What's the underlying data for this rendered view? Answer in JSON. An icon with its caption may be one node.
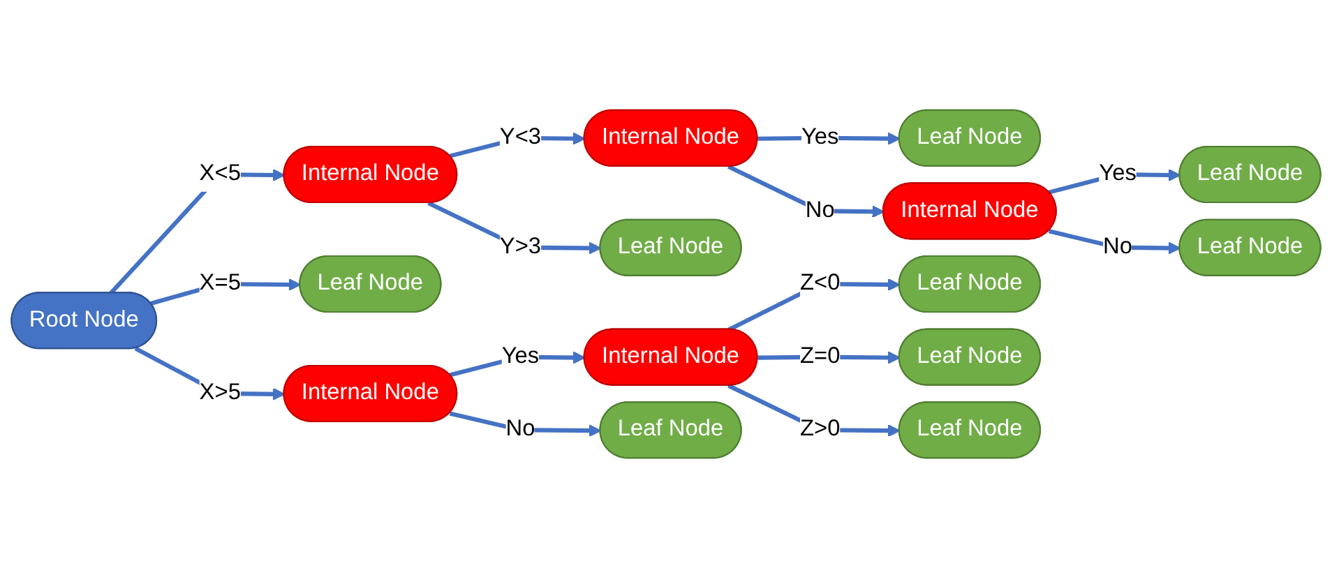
{
  "diagram": {
    "nodes": [
      {
        "text": [
          "Root Node"
        ]
      },
      {
        "text": [
          "Internal Node"
        ]
      },
      {
        "text": [
          "Leaf Node"
        ]
      },
      {
        "text": [
          "Internal Node"
        ]
      },
      {
        "text": [
          "Internal Node"
        ]
      },
      {
        "text": [
          "Leaf Node"
        ]
      },
      {
        "text": [
          "Internal Node"
        ]
      },
      {
        "text": [
          "Leaf Node"
        ]
      },
      {
        "text": [
          "Leaf Node"
        ]
      },
      {
        "text": [
          "Internal Node"
        ]
      },
      {
        "text": [
          "Leaf Node"
        ]
      },
      {
        "text": [
          "Leaf Node"
        ]
      },
      {
        "text": [
          "Leaf Node"
        ]
      },
      {
        "text": [
          "Leaf Node"
        ]
      },
      {
        "text": [
          "Leaf Node"
        ]
      }
    ],
    "edges": [
      {
        "from": 0,
        "to": 1,
        "arrow": "to",
        "label": "X<5"
      },
      {
        "from": 0,
        "to": 2,
        "arrow": "to",
        "label": "X=5"
      },
      {
        "from": 0,
        "to": 3,
        "arrow": "to",
        "label": "X>5"
      },
      {
        "from": 1,
        "to": 4,
        "arrow": "to",
        "label": "Y<3"
      },
      {
        "from": 1,
        "to": 5,
        "arrow": "to",
        "label": "Y>3"
      },
      {
        "from": 3,
        "to": 6,
        "arrow": "to",
        "label": "Yes"
      },
      {
        "from": 3,
        "to": 7,
        "arrow": "to",
        "label": "No"
      },
      {
        "from": 4,
        "to": 8,
        "arrow": "to",
        "label": "Yes"
      },
      {
        "from": 4,
        "to": 9,
        "arrow": "to",
        "label": "No"
      },
      {
        "from": 6,
        "to": 10,
        "arrow": "to",
        "label": "Z<0"
      },
      {
        "from": 6,
        "to": 11,
        "arrow": "to",
        "label": "Z=0"
      },
      {
        "from": 6,
        "to": 12,
        "arrow": "to",
        "label": "Z>0"
      },
      {
        "from": 9,
        "to": 13,
        "arrow": "to",
        "label": "Yes"
      },
      {
        "from": 9,
        "to": 14,
        "arrow": "to",
        "label": "No"
      }
    ]
  }
}
